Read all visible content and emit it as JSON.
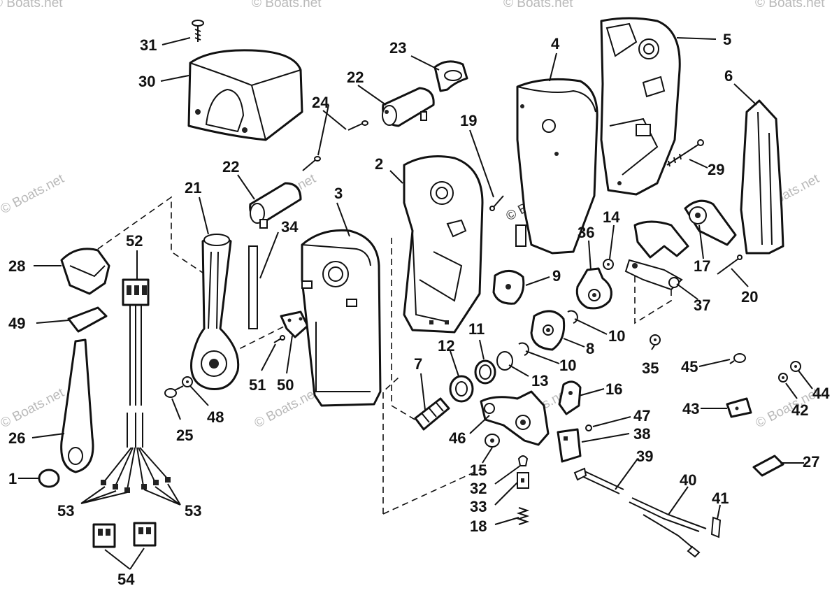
{
  "watermark": {
    "text": "© Boats.net"
  },
  "callouts": {
    "c1": "1",
    "c2": "2",
    "c3": "3",
    "c4": "4",
    "c5": "5",
    "c6": "6",
    "c7": "7",
    "c8": "8",
    "c9": "9",
    "c10a": "10",
    "c10b": "10",
    "c11": "11",
    "c12": "12",
    "c13": "13",
    "c14": "14",
    "c15": "15",
    "c16": "16",
    "c17": "17",
    "c18": "18",
    "c19": "19",
    "c20": "20",
    "c21": "21",
    "c22a": "22",
    "c22b": "22",
    "c23": "23",
    "c24": "24",
    "c25": "25",
    "c26": "26",
    "c27": "27",
    "c28": "28",
    "c29": "29",
    "c30": "30",
    "c31": "31",
    "c32": "32",
    "c33": "33",
    "c34": "34",
    "c35": "35",
    "c36": "36",
    "c37": "37",
    "c38": "38",
    "c39": "39",
    "c40": "40",
    "c41": "41",
    "c42": "42",
    "c43": "43",
    "c44": "44",
    "c45": "45",
    "c46": "46",
    "c47": "47",
    "c48": "48",
    "c49": "49",
    "c50": "50",
    "c51": "51",
    "c52": "52",
    "c53a": "53",
    "c53b": "53",
    "c54": "54"
  }
}
